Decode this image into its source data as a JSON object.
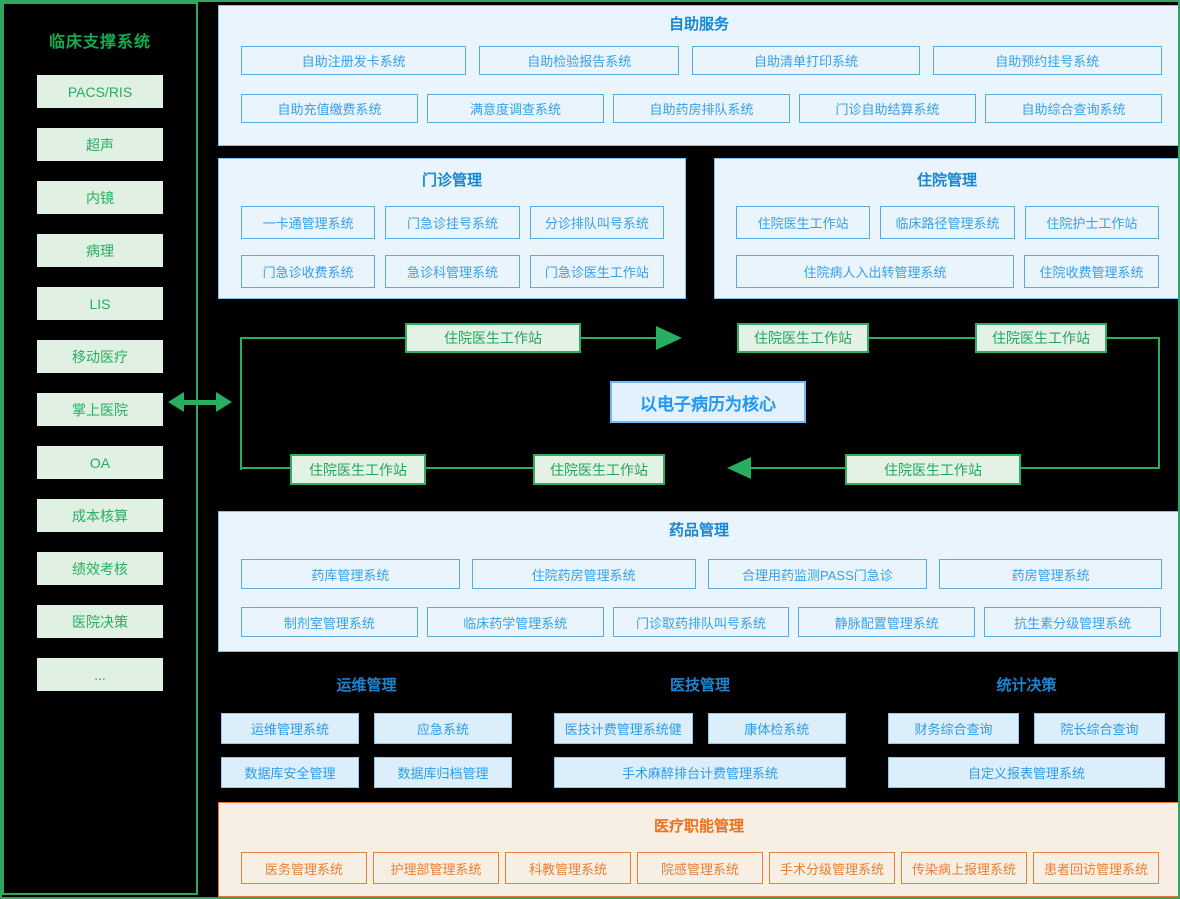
{
  "colors": {
    "page_border_green": "#2fa760",
    "sidebar_item_bg": "#e0f0e3",
    "sidebar_text_green": "#27ae60",
    "blue_section_bg": "#e9f4fd",
    "blue_section_border": "#7fc0ec",
    "blue_title": "#1a86d2",
    "blue_box_border": "#58abe3",
    "blue_box_text": "#38a0e6",
    "solid_box_bg": "#ddeefb",
    "solid_box_border": "#8bc7f2",
    "emr_node_bg": "#e4f2e6",
    "emr_node_border": "#2fae63",
    "emr_line_green": "#27ae60",
    "emr_core_text": "#2196f3",
    "orange_section_bg": "#f7efe4",
    "orange_border": "#e2792f",
    "orange_text": "#e87f35"
  },
  "sidebar": {
    "title": "临床支撑系统",
    "items": [
      "PACS/RIS",
      "超声",
      "内镜",
      "病理",
      "LIS",
      "移动医疗",
      "掌上医院",
      "OA",
      "成本核算",
      "绩效考核",
      "医院决策",
      "..."
    ]
  },
  "self_service": {
    "title": "自助服务",
    "row1": [
      "自助注册发卡系统",
      "自助检验报告系统",
      "自助清单打印系统",
      "自助预约挂号系统"
    ],
    "row2": [
      "自助充值缴费系统",
      "满意度调查系统",
      "自助药房排队系统",
      "门诊自助结算系统",
      "自助综合查询系统"
    ]
  },
  "outpatient": {
    "title": "门诊管理",
    "row1": [
      "一卡通管理系统",
      "门急诊挂号系统",
      "分诊排队叫号系统"
    ],
    "row2": [
      "门急诊收费系统",
      "急诊科管理系统",
      "门急诊医生工作站"
    ]
  },
  "inpatient": {
    "title": "住院管理",
    "row1": [
      "住院医生工作站",
      "临床路径管理系统",
      "住院护士工作站"
    ],
    "row2": [
      "住院病人入出转管理系统",
      "住院收费管理系统"
    ]
  },
  "emr": {
    "core_label": "以电子病历为核心",
    "nodes": [
      "住院医生工作站",
      "住院医生工作站",
      "住院医生工作站",
      "住院医生工作站",
      "住院医生工作站",
      "住院医生工作站"
    ]
  },
  "pharmacy": {
    "title": "药品管理",
    "row1": [
      "药库管理系统",
      "住院药房管理系统",
      "合理用药监测PASS门急诊",
      "药房管理系统"
    ],
    "row2": [
      "制剂室管理系统",
      "临床药学管理系统",
      "门诊取药排队叫号系统",
      "静脉配置管理系统",
      "抗生素分级管理系统"
    ]
  },
  "ops": {
    "title": "运维管理",
    "row1": [
      "运维管理系统",
      "应急系统"
    ],
    "row2": [
      "数据库安全管理",
      "数据库归档管理"
    ]
  },
  "medtech": {
    "title": "医技管理",
    "row1": [
      "医技计费管理系统健",
      "康体检系统"
    ],
    "row2": [
      "手术麻醉排台计费管理系统"
    ]
  },
  "stats": {
    "title": "统计决策",
    "row1": [
      "财务综合查询",
      "院长综合查询"
    ],
    "row2": [
      "自定义报表管理系统"
    ]
  },
  "functions": {
    "title": "医疗职能管理",
    "row1": [
      "医务管理系统",
      "护理部管理系统",
      "科教管理系统",
      "院感管理系统",
      "手术分级管理系统",
      "传染病上报理系统",
      "患者回访管理系统"
    ]
  }
}
